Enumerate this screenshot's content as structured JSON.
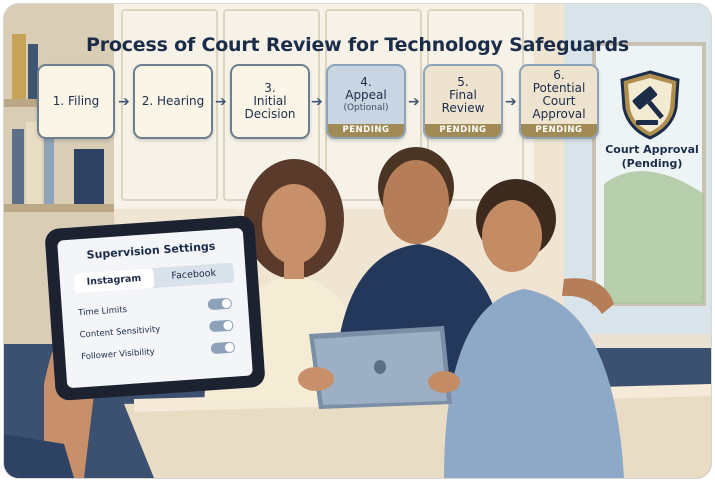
{
  "header": {
    "title": "Process of Court Review for Technology Safeguards"
  },
  "steps": [
    {
      "num": "1. Filing",
      "label": "",
      "sub": "",
      "badge": ""
    },
    {
      "num": "2. Hearing",
      "label": "",
      "sub": "",
      "badge": ""
    },
    {
      "num": "3.",
      "label": "Initial Decision",
      "sub": "",
      "badge": ""
    },
    {
      "num": "4.",
      "label": "Appeal",
      "sub": "(Optional)",
      "badge": "PENDING"
    },
    {
      "num": "5.",
      "label": "Final Review",
      "sub": "",
      "badge": "PENDING"
    },
    {
      "num": "6.",
      "label": "Potential Court Approval",
      "sub": "",
      "badge": "PENDING"
    }
  ],
  "approval": {
    "label": "Court Approval (Pending)",
    "icon": "gavel-shield-icon"
  },
  "tablet": {
    "title": "Supervision Settings",
    "tabs": [
      "Instagram",
      "Facebook"
    ],
    "settings": [
      "Time Limits",
      "Content Sensitivity",
      "Follower Visibility"
    ]
  },
  "colors": {
    "navy": "#1c2d4a",
    "gold": "#a08a55",
    "cream": "#fbf5e7",
    "pending_blue": "#c9d5e2"
  }
}
